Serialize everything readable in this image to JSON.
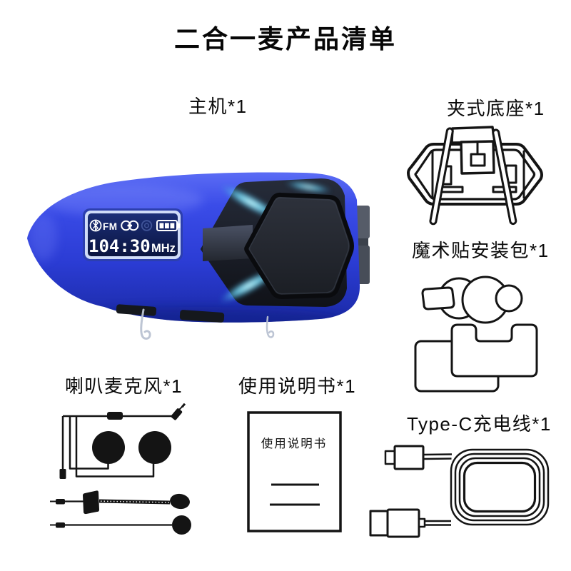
{
  "page": {
    "title": "二合一麦产品清单",
    "background_color": "#ffffff"
  },
  "sections": {
    "main_unit": {
      "label": "主机*1"
    },
    "clip_base": {
      "label": "夹式底座*1"
    },
    "velcro_kit": {
      "label": "魔术贴安装包*1"
    },
    "speaker_mic": {
      "label": "喇叭麦克风*1"
    },
    "manual": {
      "label": "使用说明书*1",
      "cover_title": "使用说明书"
    },
    "typec_cable": {
      "label": "Type-C充电线*1"
    }
  },
  "device": {
    "description": "blue-helmet-bluetooth-intercom-main-unit",
    "lcd": {
      "fm_label": "FM",
      "frequency": "104:30",
      "unit": "MHz",
      "status_icons": [
        "bluetooth-icon",
        "fm-label",
        "link-icon",
        "standby-icon",
        "battery-icon"
      ],
      "battery_bars": 3
    },
    "colors": {
      "body_blue": "#2d3fd8",
      "body_blue_light": "#5265f2",
      "body_blue_dark": "#1d2cae",
      "lcd_background": "#0c1747",
      "lcd_frame": "#d0dcf8",
      "lcd_text": "#ffffff",
      "button_dark": "#22252c",
      "glow_cyan": "#7ce6ff"
    }
  },
  "line_art_color": "#141414"
}
